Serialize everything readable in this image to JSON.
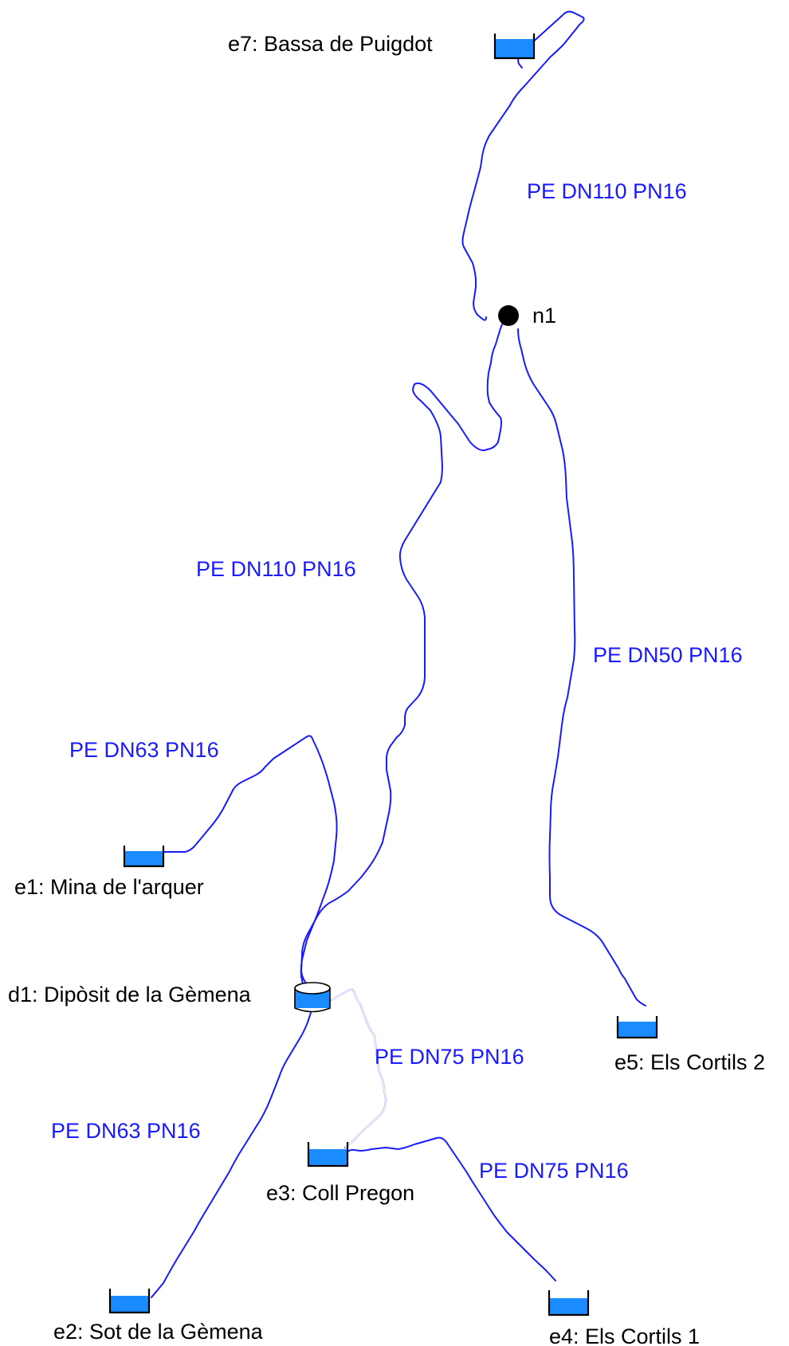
{
  "colors": {
    "pipe": "#1a1aff",
    "pipe_label": "#1a1aff",
    "water": "#1a8cff",
    "outline": "#000000",
    "junction": "#000000",
    "background": "#ffffff"
  },
  "icons": {
    "reservoir": "reservoir-icon",
    "tank": "tank-icon",
    "junction": "junction-icon"
  },
  "nodes": {
    "e7": {
      "label": "e7: Bassa de Puigdot"
    },
    "n1": {
      "label": "n1"
    },
    "e1": {
      "label": "e1: Mina de l'arquer"
    },
    "d1": {
      "label": "d1: Dipòsit de la Gèmena"
    },
    "e5": {
      "label": "e5: Els Cortils 2"
    },
    "e3": {
      "label": "e3: Coll Pregon"
    },
    "e2": {
      "label": "e2: Sot de la Gèmena"
    },
    "e4": {
      "label": "e4: Els Cortils 1"
    }
  },
  "pipes": {
    "e7_n1": {
      "label": "PE DN110 PN16"
    },
    "n1_d1": {
      "label": "PE DN110 PN16"
    },
    "n1_e5": {
      "label": "PE DN50 PN16"
    },
    "e1_d1": {
      "label": "PE DN63 PN16"
    },
    "d1_e3": {
      "label": "PE DN75 PN16"
    },
    "d1_e2": {
      "label": "PE DN63 PN16"
    },
    "e3_e4": {
      "label": "PE DN75 PN16"
    }
  }
}
